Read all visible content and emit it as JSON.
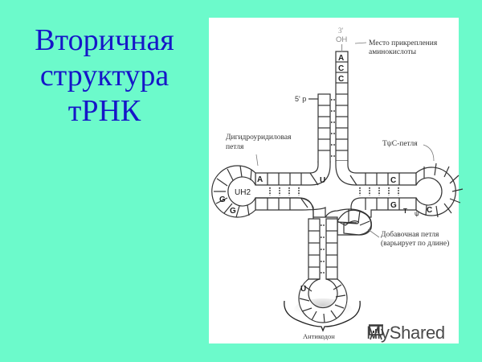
{
  "slide": {
    "title_lines": [
      "Вторичная",
      "структура",
      "тРНК"
    ],
    "background_color": "#6cfacb",
    "title_color": "#1616c8"
  },
  "diagram": {
    "end_3": "3'",
    "end_3_group": "OH",
    "end_5": "5' p",
    "acceptor_bases": [
      "A",
      "C",
      "C"
    ],
    "d_loop_bases": [
      "A",
      "G",
      "G"
    ],
    "d_loop_center": "UH2",
    "stem_base_u": "U",
    "tpsic_bases": [
      "C",
      "G",
      "T",
      "ψ",
      "C"
    ],
    "anticodon_base": "U",
    "labels": {
      "attachment_site_line1": "Место прикрепления",
      "attachment_site_line2": "аминокислоты",
      "d_loop_line1": "Дигидроуридиловая",
      "d_loop_line2": "петля",
      "tpsic_loop": "TψC-петля",
      "variable_loop_line1": "Добавочная петля",
      "variable_loop_line2": "(варьирует по длине)",
      "anticodon": "Антикодон"
    }
  },
  "watermark": {
    "text": "MyShared",
    "icon": "presentation-board-icon"
  }
}
